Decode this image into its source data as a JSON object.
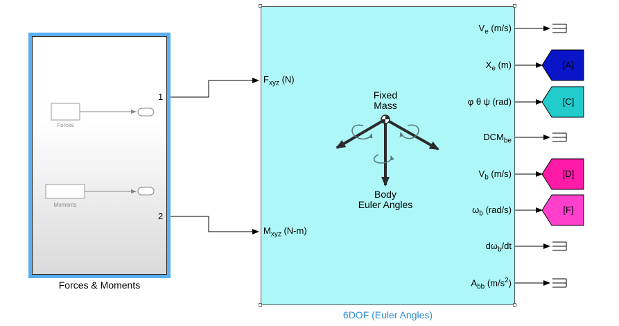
{
  "subsystem": {
    "name": "Forces & Moments",
    "inner_blocks": [
      "Forces",
      "Moments"
    ],
    "outport_numbers": [
      "1",
      "2"
    ]
  },
  "block": {
    "name": "6DOF (Euler Angles)",
    "inputs": {
      "forces": {
        "symbol": "F",
        "sub": "xyz",
        "unit": "(N)"
      },
      "moments": {
        "symbol": "M",
        "sub": "xyz",
        "unit": "(N-m)"
      }
    },
    "center": {
      "top_line1": "Fixed",
      "top_line2": "Mass",
      "bottom_line1": "Body",
      "bottom_line2": "Euler Angles"
    },
    "outputs": {
      "ve": {
        "symbol": "V",
        "sub": "e",
        "unit": "(m/s)"
      },
      "xe": {
        "symbol": "X",
        "sub": "e",
        "unit": "(m)"
      },
      "euler": {
        "text": "φ θ ψ (rad)"
      },
      "dcm": {
        "symbol": "DCM",
        "sub": "be"
      },
      "vb": {
        "symbol": "V",
        "sub": "b",
        "unit": "(m/s)"
      },
      "wb": {
        "symbol": "ω",
        "sub": "b",
        "unit": "(rad/s)"
      },
      "dwb": {
        "symbol": "dω",
        "sub": "b",
        "unit": "/dt"
      },
      "abb": {
        "symbol": "A",
        "sub": "bb",
        "unit": "(m/s",
        "sup": "2",
        "close": ")"
      }
    }
  },
  "goto_tags": {
    "A": "[A]",
    "C": "[C]",
    "D": "[D]",
    "F": "[F]"
  },
  "colors": {
    "subsystem_border": "#5aaef0",
    "block_fill": "#aef7f8",
    "goto_A": "#0a14c8",
    "goto_C": "#22cccc",
    "goto_D": "#ff1aa8",
    "goto_F": "#ff40cc",
    "block_label": "#2b8ad9"
  }
}
